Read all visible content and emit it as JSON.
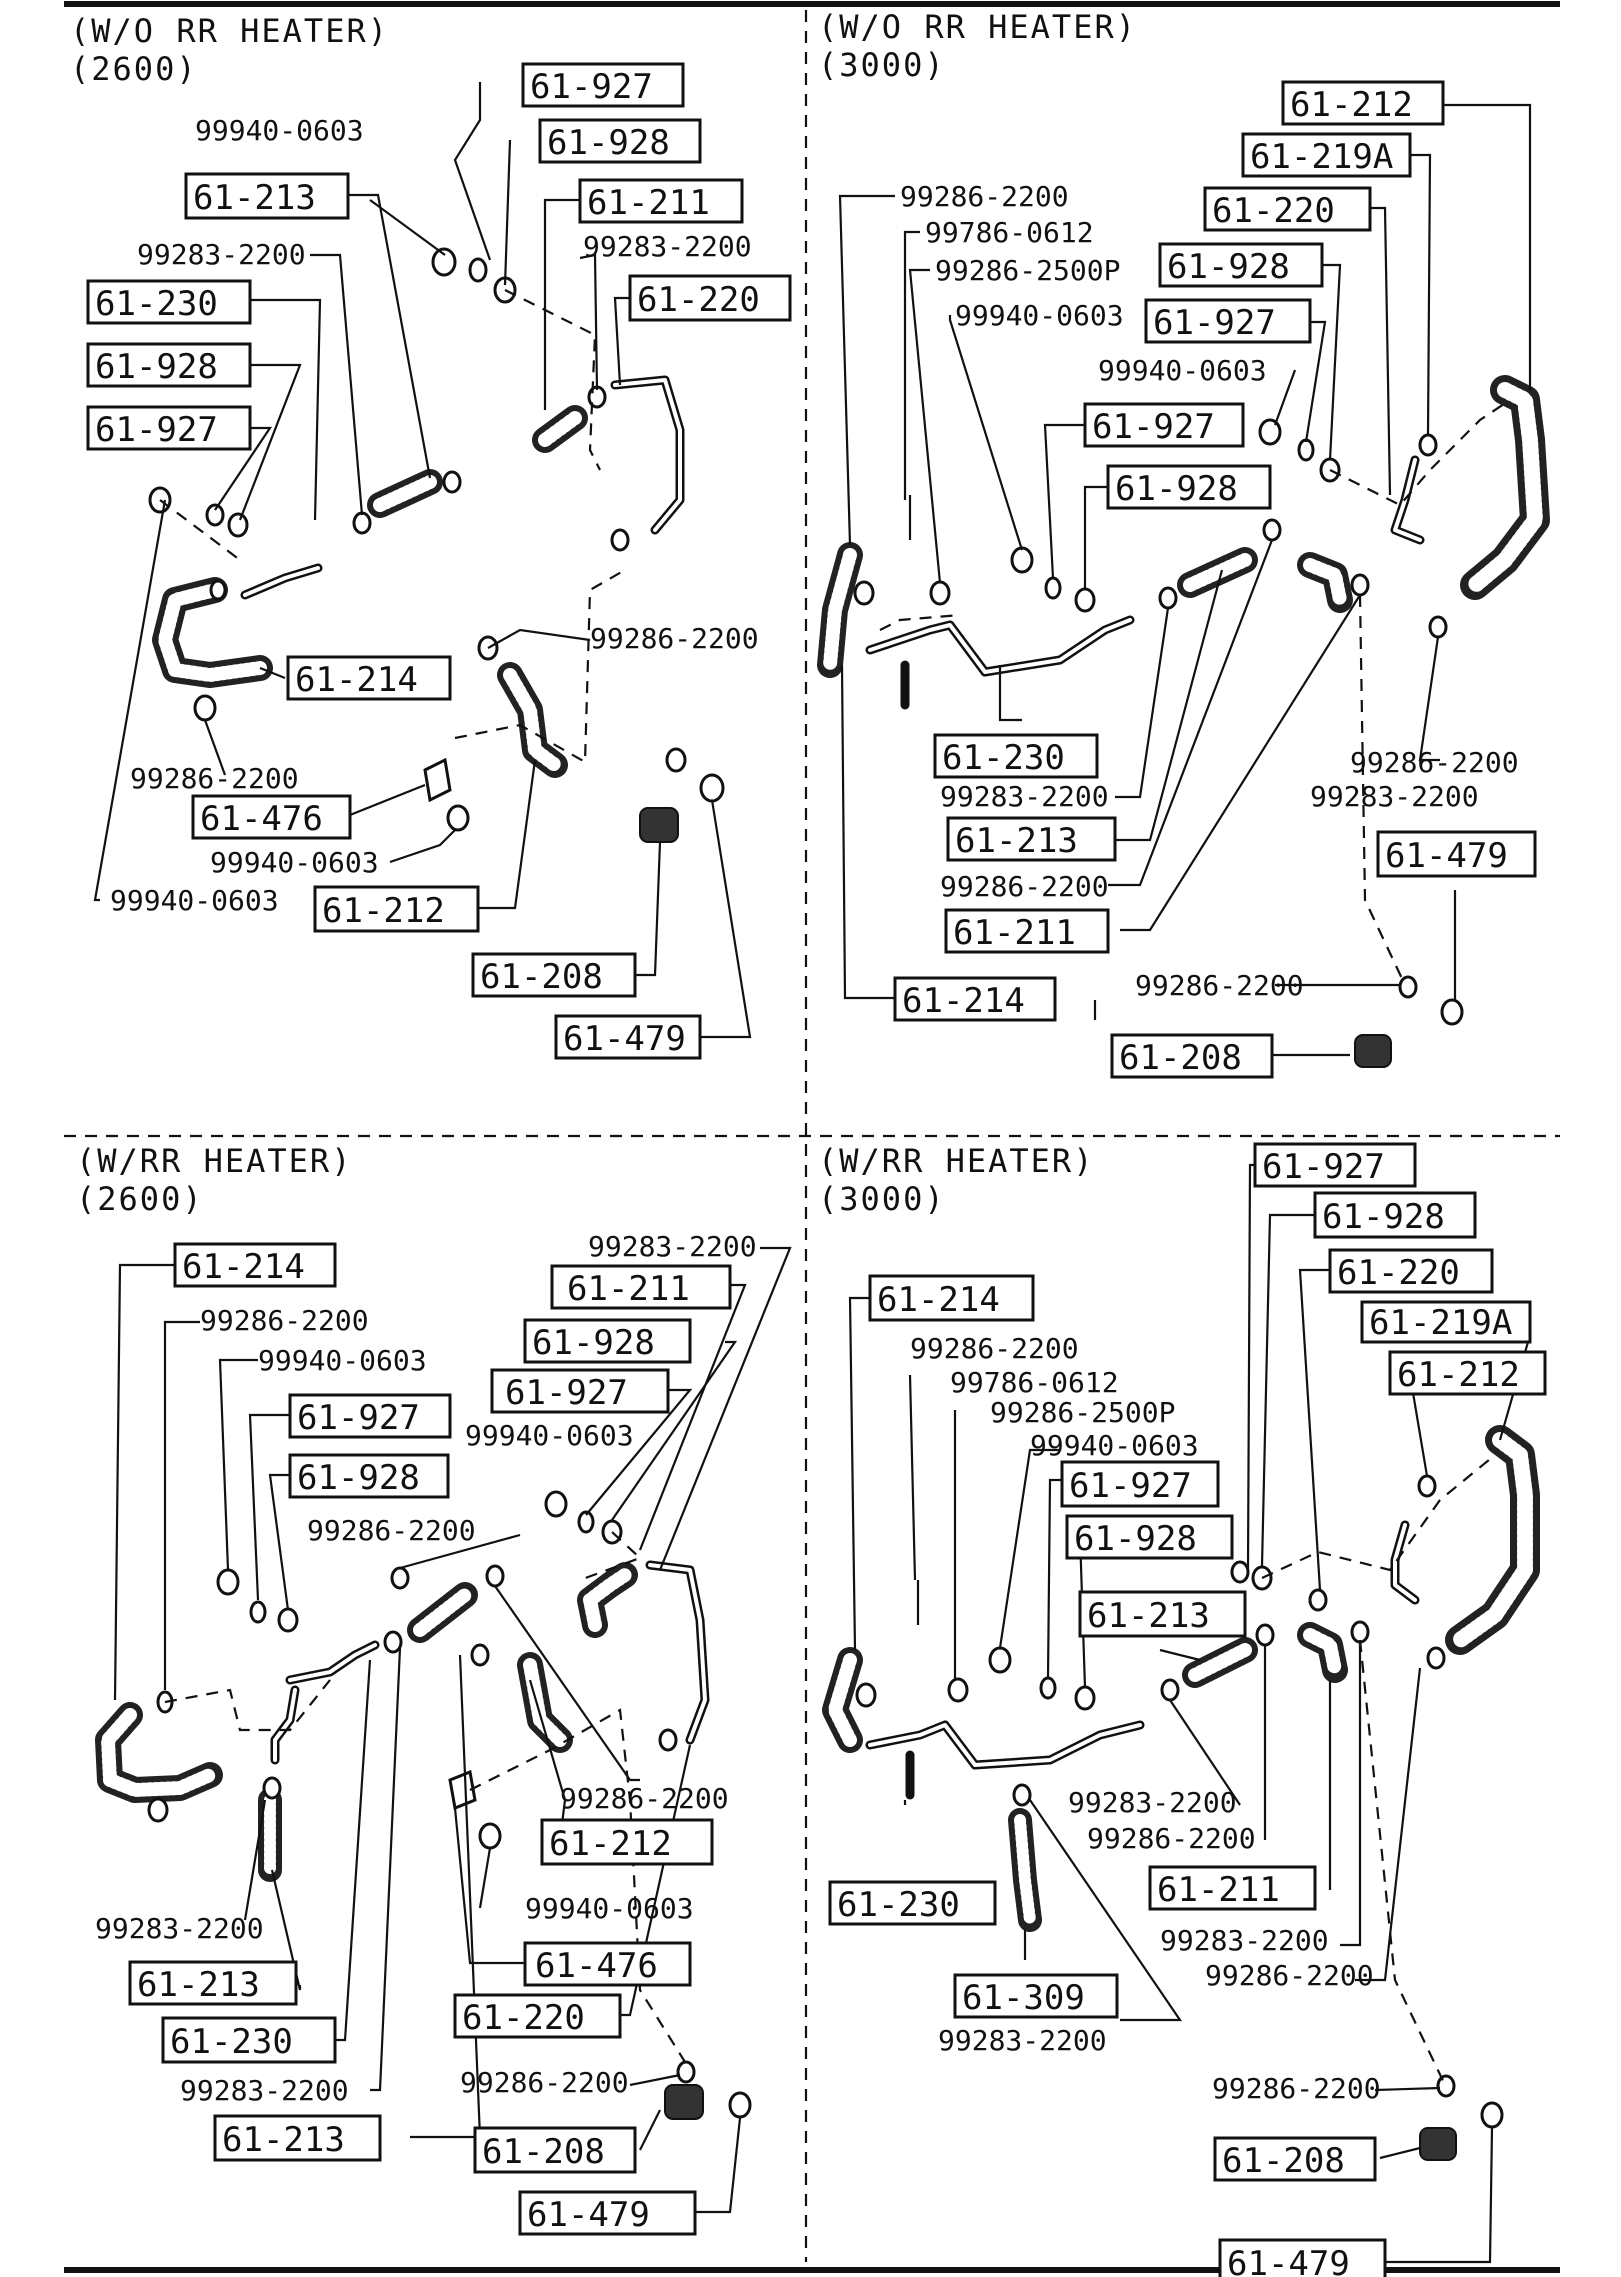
{
  "panels": [
    {
      "id": "tl",
      "heading1": "(W/O RR HEATER)",
      "heading2": "(2600)"
    },
    {
      "id": "tr",
      "heading1": "(W/O RR HEATER)",
      "heading2": "(3000)"
    },
    {
      "id": "bl",
      "heading1": "(W/RR HEATER)",
      "heading2": "(2600)"
    },
    {
      "id": "br",
      "heading1": "(W/RR HEATER)",
      "heading2": "(3000)"
    }
  ],
  "labels": {
    "tl": [
      {
        "text": "61-927",
        "boxed": true
      },
      {
        "text": "61-928",
        "boxed": true
      },
      {
        "text": "99940-0603",
        "boxed": false
      },
      {
        "text": "61-213",
        "boxed": true
      },
      {
        "text": "61-211",
        "boxed": true
      },
      {
        "text": "99283-2200",
        "boxed": false
      },
      {
        "text": "99283-2200",
        "boxed": false
      },
      {
        "text": "61-220",
        "boxed": true
      },
      {
        "text": "61-230",
        "boxed": true
      },
      {
        "text": "61-928",
        "boxed": true
      },
      {
        "text": "61-927",
        "boxed": true
      },
      {
        "text": "99286-2200",
        "boxed": false
      },
      {
        "text": "61-214",
        "boxed": true
      },
      {
        "text": "99286-2200",
        "boxed": false
      },
      {
        "text": "61-476",
        "boxed": true
      },
      {
        "text": "99940-0603",
        "boxed": false
      },
      {
        "text": "99940-0603",
        "boxed": false
      },
      {
        "text": "61-212",
        "boxed": true
      },
      {
        "text": "61-208",
        "boxed": true
      },
      {
        "text": "61-479",
        "boxed": true
      }
    ],
    "tr": [
      {
        "text": "61-212",
        "boxed": true
      },
      {
        "text": "61-219A",
        "boxed": true
      },
      {
        "text": "99286-2200",
        "boxed": false
      },
      {
        "text": "99786-0612",
        "boxed": false
      },
      {
        "text": "61-220",
        "boxed": true
      },
      {
        "text": "99286-2500P",
        "boxed": false
      },
      {
        "text": "61-928",
        "boxed": true
      },
      {
        "text": "99940-0603",
        "boxed": false
      },
      {
        "text": "61-927",
        "boxed": true
      },
      {
        "text": "99940-0603",
        "boxed": false
      },
      {
        "text": "61-927",
        "boxed": true
      },
      {
        "text": "61-928",
        "boxed": true
      },
      {
        "text": "99286-2200",
        "boxed": false
      },
      {
        "text": "61-230",
        "boxed": true
      },
      {
        "text": "99283-2200",
        "boxed": false
      },
      {
        "text": "99283-2200",
        "boxed": false
      },
      {
        "text": "61-213",
        "boxed": true
      },
      {
        "text": "61-479",
        "boxed": true
      },
      {
        "text": "99286-2200",
        "boxed": false
      },
      {
        "text": "61-211",
        "boxed": true
      },
      {
        "text": "61-214",
        "boxed": true
      },
      {
        "text": "99286-2200",
        "boxed": false
      },
      {
        "text": "61-208",
        "boxed": true
      }
    ],
    "bl": [
      {
        "text": "61-214",
        "boxed": true
      },
      {
        "text": "99283-2200",
        "boxed": false
      },
      {
        "text": "61-211",
        "boxed": true
      },
      {
        "text": "99286-2200",
        "boxed": false
      },
      {
        "text": "99940-0603",
        "boxed": false
      },
      {
        "text": "61-928",
        "boxed": true
      },
      {
        "text": "61-927",
        "boxed": true
      },
      {
        "text": "61-927",
        "boxed": true
      },
      {
        "text": "99940-0603",
        "boxed": false
      },
      {
        "text": "61-928",
        "boxed": true
      },
      {
        "text": "99286-2200",
        "boxed": false
      },
      {
        "text": "99286-2200",
        "boxed": false
      },
      {
        "text": "61-212",
        "boxed": true
      },
      {
        "text": "99940-0603",
        "boxed": false
      },
      {
        "text": "99283-2200",
        "boxed": false
      },
      {
        "text": "61-213",
        "boxed": true
      },
      {
        "text": "61-476",
        "boxed": true
      },
      {
        "text": "61-230",
        "boxed": true
      },
      {
        "text": "61-220",
        "boxed": true
      },
      {
        "text": "99283-2200",
        "boxed": false
      },
      {
        "text": "99286-2200",
        "boxed": false
      },
      {
        "text": "61-213",
        "boxed": true
      },
      {
        "text": "61-208",
        "boxed": true
      },
      {
        "text": "61-479",
        "boxed": true
      }
    ],
    "br": [
      {
        "text": "61-927",
        "boxed": true
      },
      {
        "text": "61-928",
        "boxed": true
      },
      {
        "text": "61-214",
        "boxed": true
      },
      {
        "text": "61-220",
        "boxed": true
      },
      {
        "text": "99286-2200",
        "boxed": false
      },
      {
        "text": "61-219A",
        "boxed": true
      },
      {
        "text": "99786-0612",
        "boxed": false
      },
      {
        "text": "61-212",
        "boxed": true
      },
      {
        "text": "99286-2500P",
        "boxed": false
      },
      {
        "text": "99940-0603",
        "boxed": false
      },
      {
        "text": "61-927",
        "boxed": true
      },
      {
        "text": "61-928",
        "boxed": true
      },
      {
        "text": "61-213",
        "boxed": true
      },
      {
        "text": "99283-2200",
        "boxed": false
      },
      {
        "text": "99286-2200",
        "boxed": false
      },
      {
        "text": "61-230",
        "boxed": true
      },
      {
        "text": "61-211",
        "boxed": true
      },
      {
        "text": "99283-2200",
        "boxed": false
      },
      {
        "text": "99286-2200",
        "boxed": false
      },
      {
        "text": "61-309",
        "boxed": true
      },
      {
        "text": "99283-2200",
        "boxed": false
      },
      {
        "text": "99286-2200",
        "boxed": false
      },
      {
        "text": "61-208",
        "boxed": true
      },
      {
        "text": "61-479",
        "boxed": true
      }
    ]
  }
}
